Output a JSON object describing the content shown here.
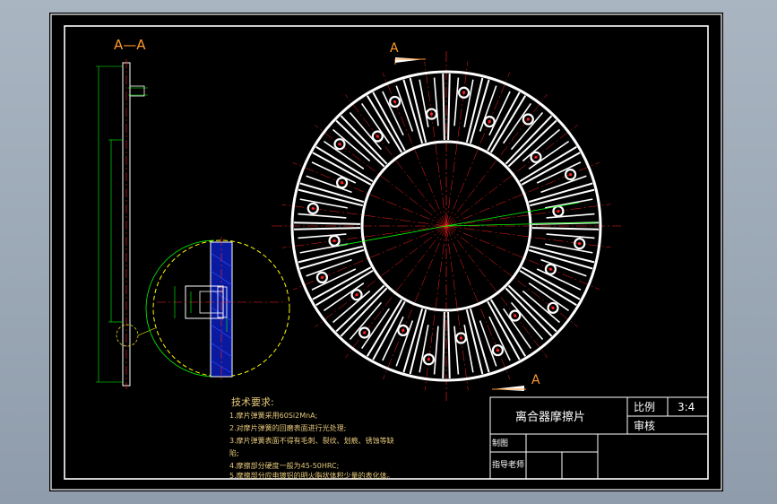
{
  "section_label": "A—A",
  "cut_marks": [
    "A",
    "A"
  ],
  "notes": {
    "heading": "技术要求:",
    "lines": [
      "1.摩片弹簧采用60Si2MnA;",
      "2.对摩片弹簧的回磨表面进行光处理;",
      "3.摩片弹簧表面不得有毛刺、裂纹、划痕、锈蚀等缺",
      "陷;",
      "4.摩擦部分硬度一般为45-50HRC;",
      "5.摩擦部分应电镀铝的明火脂状体积少量的表化体。"
    ]
  },
  "title_block": {
    "part_name": "离合器摩擦片",
    "scale_label": "比例",
    "scale_value": "3:4",
    "review_label": "审核",
    "drawn_label": "制图",
    "advisor_label": "指导老师"
  },
  "colors": {
    "background": "#000000",
    "outline": "#ffffff",
    "centerline": "#ff2020",
    "dimension": "#00ff00",
    "cutting_plane": "#ff9a2e",
    "detail_circle": "#ffff00",
    "hatch": "#3050ff"
  },
  "icons": [
    "friction-disc-view",
    "section-view",
    "detail-view"
  ]
}
